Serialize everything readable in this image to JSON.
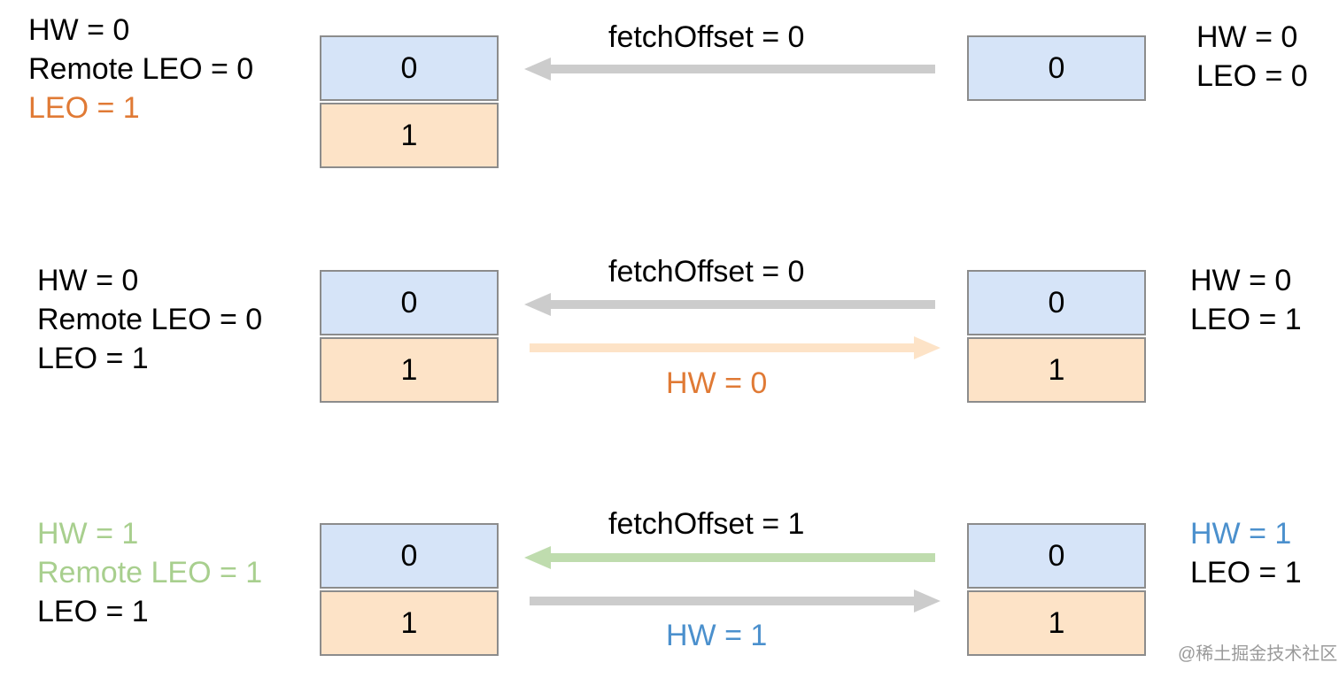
{
  "colors": {
    "black": "#000000",
    "orange": "#e07a35",
    "green": "#a8cf8e",
    "blue": "#4b90cd",
    "arrow_gray": "#cccccc",
    "arrow_peach": "#fde3c7",
    "arrow_green": "#bfdcae",
    "cell_blue": "#d6e4f8",
    "cell_orange": "#fde3c7"
  },
  "rows": [
    {
      "leader": {
        "lines": [
          {
            "text": "HW = 0",
            "color": "black"
          },
          {
            "text": "Remote LEO = 0",
            "color": "black"
          },
          {
            "text": "LEO = 1",
            "color": "orange"
          }
        ],
        "cells": [
          "0",
          "1"
        ]
      },
      "fetch": {
        "label": "fetchOffset = 0",
        "color": "arrow_gray"
      },
      "response": null,
      "follower": {
        "lines": [
          {
            "text": "HW = 0",
            "color": "black"
          },
          {
            "text": "LEO = 0",
            "color": "black"
          }
        ],
        "cells": [
          "0"
        ]
      }
    },
    {
      "leader": {
        "lines": [
          {
            "text": "HW = 0",
            "color": "black"
          },
          {
            "text": "Remote LEO = 0",
            "color": "black"
          },
          {
            "text": "LEO = 1",
            "color": "black"
          }
        ],
        "cells": [
          "0",
          "1"
        ]
      },
      "fetch": {
        "label": "fetchOffset = 0",
        "color": "arrow_gray"
      },
      "response": {
        "label": "HW = 0",
        "label_color": "orange",
        "color": "arrow_peach"
      },
      "follower": {
        "lines": [
          {
            "text": "HW = 0",
            "color": "black"
          },
          {
            "text": "LEO = 1",
            "color": "black"
          }
        ],
        "cells": [
          "0",
          "1"
        ]
      }
    },
    {
      "leader": {
        "lines": [
          {
            "text": "HW = 1",
            "color": "green"
          },
          {
            "text": "Remote LEO = 1",
            "color": "green"
          },
          {
            "text": "LEO = 1",
            "color": "black"
          }
        ],
        "cells": [
          "0",
          "1"
        ]
      },
      "fetch": {
        "label": "fetchOffset = 1",
        "color": "arrow_green"
      },
      "response": {
        "label": "HW = 1",
        "label_color": "blue",
        "color": "arrow_gray"
      },
      "follower": {
        "lines": [
          {
            "text": "HW = 1",
            "color": "blue"
          },
          {
            "text": "LEO = 1",
            "color": "black"
          }
        ],
        "cells": [
          "0",
          "1"
        ]
      }
    }
  ],
  "watermark": "@稀土掘金技术社区"
}
